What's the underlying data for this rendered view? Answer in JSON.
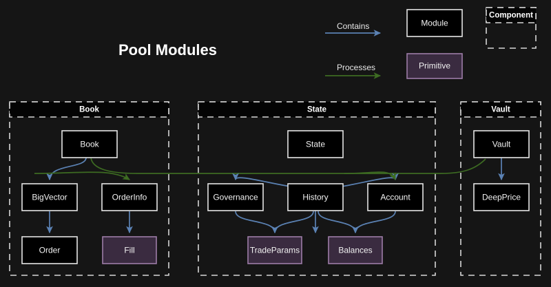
{
  "title": "Pool Modules",
  "colors": {
    "background": "#151515",
    "module_fill": "#000000",
    "module_stroke": "#e6e6e6",
    "primitive_fill": "#3a2b40",
    "primitive_stroke": "#9d7ca8",
    "component_stroke": "#d8d8d8",
    "contains_edge": "#5b82b4",
    "processes_edge": "#3d6b22",
    "text": "#f2f2f2"
  },
  "legend": {
    "contains_label": "Contains",
    "processes_label": "Processes",
    "module_label": "Module",
    "primitive_label": "Primitive",
    "component_label": "Component"
  },
  "components": [
    {
      "name": "Book",
      "label": "Book"
    },
    {
      "name": "State",
      "label": "State"
    },
    {
      "name": "Vault",
      "label": "Vault"
    }
  ],
  "nodes": [
    {
      "id": "book",
      "label": "Book",
      "kind": "module",
      "component": "Book"
    },
    {
      "id": "bigvector",
      "label": "BigVector",
      "kind": "module",
      "component": "Book"
    },
    {
      "id": "orderinfo",
      "label": "OrderInfo",
      "kind": "module",
      "component": "Book"
    },
    {
      "id": "order",
      "label": "Order",
      "kind": "module",
      "component": "Book"
    },
    {
      "id": "fill",
      "label": "Fill",
      "kind": "primitive",
      "component": "Book"
    },
    {
      "id": "state",
      "label": "State",
      "kind": "module",
      "component": "State"
    },
    {
      "id": "governance",
      "label": "Governance",
      "kind": "module",
      "component": "State"
    },
    {
      "id": "history",
      "label": "History",
      "kind": "module",
      "component": "State"
    },
    {
      "id": "account",
      "label": "Account",
      "kind": "module",
      "component": "State"
    },
    {
      "id": "tradeparams",
      "label": "TradeParams",
      "kind": "primitive",
      "component": "State"
    },
    {
      "id": "balances",
      "label": "Balances",
      "kind": "primitive",
      "component": "State"
    },
    {
      "id": "vault",
      "label": "Vault",
      "kind": "module",
      "component": "Vault"
    },
    {
      "id": "deepprice",
      "label": "DeepPrice",
      "kind": "module",
      "component": "Vault"
    }
  ],
  "edges": [
    {
      "from": "book",
      "to": "bigvector",
      "type": "contains"
    },
    {
      "from": "bigvector",
      "to": "order",
      "type": "contains"
    },
    {
      "from": "orderinfo",
      "to": "fill",
      "type": "contains"
    },
    {
      "from": "book",
      "to": "orderinfo",
      "type": "processes"
    },
    {
      "from": "state",
      "to": "governance",
      "type": "contains"
    },
    {
      "from": "state",
      "to": "history",
      "type": "contains"
    },
    {
      "from": "state",
      "to": "account",
      "type": "contains"
    },
    {
      "from": "governance",
      "to": "tradeparams",
      "type": "contains"
    },
    {
      "from": "history",
      "to": "tradeparams",
      "type": "contains"
    },
    {
      "from": "history",
      "to": "balances",
      "type": "contains"
    },
    {
      "from": "account",
      "to": "balances",
      "type": "contains"
    },
    {
      "from": "state",
      "to": "account",
      "type": "processes"
    },
    {
      "from": "vault",
      "to": "deepprice",
      "type": "contains"
    },
    {
      "from": "vault",
      "to": "state",
      "type": "processes"
    }
  ]
}
